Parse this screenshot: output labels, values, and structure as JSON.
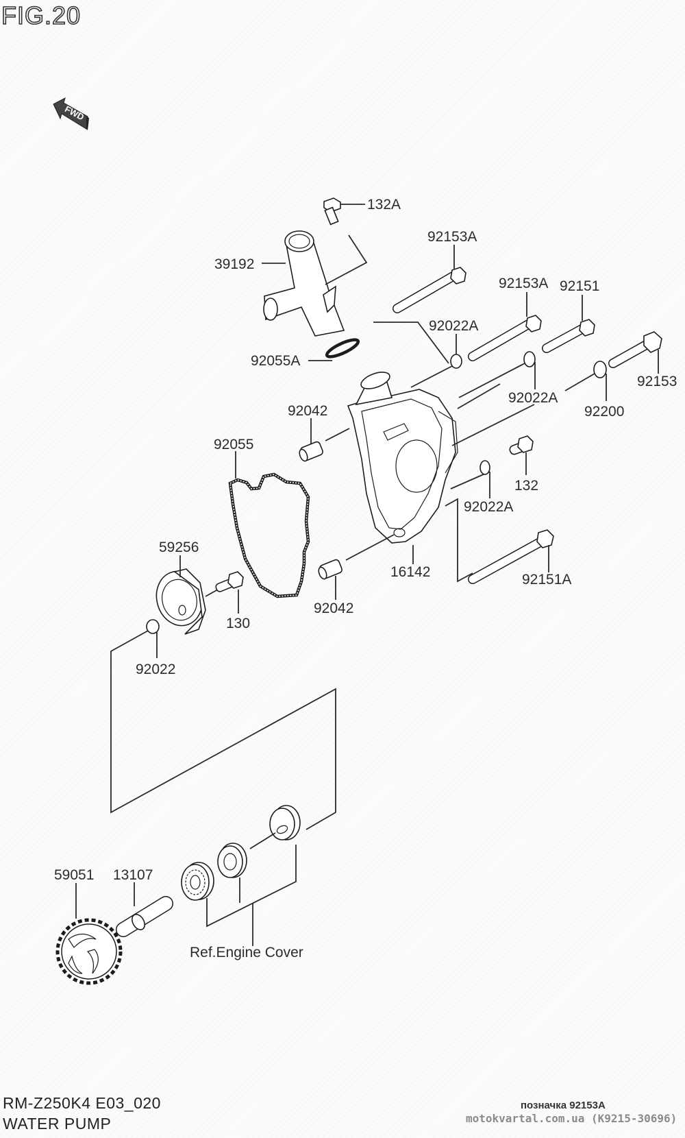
{
  "figure": {
    "title": "FIG.20",
    "fwd_label": "FWD"
  },
  "parts": {
    "p132A": "132A",
    "p39192": "39192",
    "p92153A_1": "92153A",
    "p92153A_2": "92153A",
    "p92151": "92151",
    "p92022A_1": "92022A",
    "p92022A_2": "92022A",
    "p92022A_3": "92022A",
    "p92055A": "92055A",
    "p92153": "92153",
    "p92200": "92200",
    "p92042_1": "92042",
    "p92042_2": "92042",
    "p92055": "92055",
    "p132": "132",
    "p16142": "16142",
    "p92151A": "92151A",
    "p59256": "59256",
    "p130": "130",
    "p92022": "92022",
    "p59051": "59051",
    "p13107": "13107",
    "ref_engine_cover": "Ref.Engine Cover"
  },
  "footer": {
    "model_code": "RM-Z250K4 E03_020",
    "section_name": "WATER PUMP",
    "mark_note": "позначка 92153A",
    "watermark": "motokvartal.com.ua (K9215-30696)"
  }
}
